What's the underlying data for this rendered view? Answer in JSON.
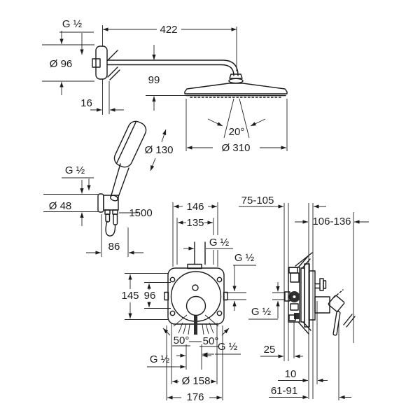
{
  "diagram": {
    "type": "technical-installation-drawing",
    "subject": "shower system with head shower, hand shower and concealed mixer",
    "head_shower": {
      "arm_thread": "G ½",
      "flange_diameter": "Ø 96",
      "flange_depth": "16",
      "arm_length": "422",
      "head_drop": "99",
      "spray_angle": "20°",
      "head_diameter": "Ø 310"
    },
    "hand_shower": {
      "head_diameter": "Ø 130",
      "holder_thread": "G ½",
      "holder_diameter": "Ø 48",
      "hose_length": "1500",
      "holder_depth": "86"
    },
    "mixer_front": {
      "width_outer": "146",
      "width_inner": "135",
      "top_thread": "G ½",
      "right_thread": "G ½",
      "height_outer": "145",
      "height_inner": "96",
      "swing_left": "50°",
      "swing_right": "50°",
      "outlet_thread_left": "G ½",
      "outlet_thread_right": "G ½",
      "plate_diameter": "Ø 158",
      "plate_width": "176"
    },
    "mixer_side": {
      "depth_min_max": "75-105",
      "handle_depth_min_max": "106-136",
      "supply_thread": "G ½",
      "bracket_offset": "25",
      "trim_offset": "10",
      "lever_range": "61-91"
    }
  }
}
